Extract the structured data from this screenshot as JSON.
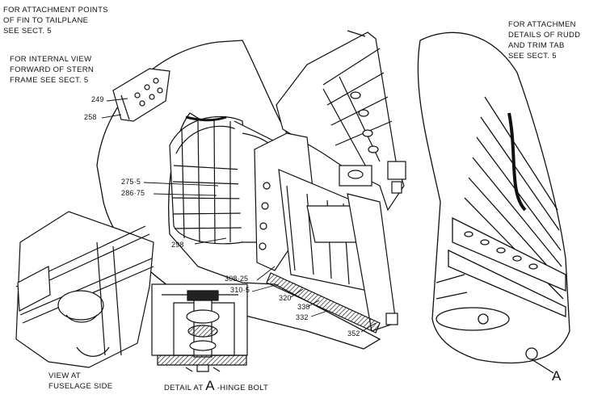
{
  "notes": {
    "fin_attach": [
      "FOR ATTACHMENT POINTS",
      "OF FIN TO TAILPLANE",
      "SEE SECT. 5"
    ],
    "internal_view": [
      "FOR INTERNAL VIEW",
      "FORWARD OF STERN",
      "FRAME SEE SECT. 5"
    ],
    "rudder_attach": [
      "FOR ATTACHMEN",
      "DETAILS OF RUDD",
      "AND TRIM TAB",
      "SEE SECT. 5"
    ],
    "fuselage_view": [
      "VIEW AT",
      "FUSELAGE SIDE"
    ],
    "hinge_detail": {
      "prefix": "DETAIL AT",
      "letter": "A",
      "suffix": "-HINGE BOLT"
    }
  },
  "part_numbers": {
    "p249": "249",
    "p258": "258",
    "p275": "275·5",
    "p286": "286·75",
    "p298": "298",
    "p308": "308·25",
    "p310": "310·5",
    "p320": "320",
    "p330": "330",
    "p332": "332",
    "p352": "352"
  },
  "markers": {
    "hinge": "A"
  }
}
